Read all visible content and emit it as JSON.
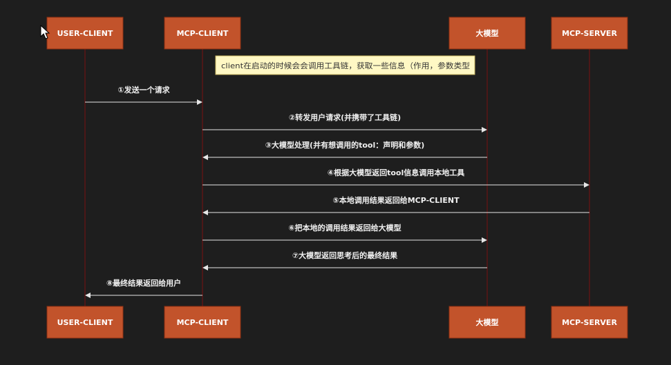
{
  "colors": {
    "background": "#1e1e1e",
    "actor_fill": "#c2532b",
    "lifeline": "#7a1010",
    "arrow": "#e6e6e6",
    "note_fill": "#fff8c4"
  },
  "participants": [
    {
      "id": "user_client",
      "label": "USER-CLIENT"
    },
    {
      "id": "mcp_client",
      "label": "MCP-CLIENT"
    },
    {
      "id": "llm",
      "label": "大模型"
    },
    {
      "id": "mcp_server",
      "label": "MCP-SERVER"
    }
  ],
  "note": {
    "over": "mcp_client",
    "text": "client在启动的时候会会调用工具链，获取一些信息（作用，参数类型"
  },
  "messages": [
    {
      "from": "user_client",
      "to": "mcp_client",
      "label": "①发送一个请求"
    },
    {
      "from": "mcp_client",
      "to": "llm",
      "label": "②转发用户请求(并携带了工具链)"
    },
    {
      "from": "llm",
      "to": "mcp_client",
      "label": "③大模型处理(并有想调用的tool：声明和参数)"
    },
    {
      "from": "mcp_client",
      "to": "mcp_server",
      "label": "④根据大模型返回tool信息调用本地工具"
    },
    {
      "from": "mcp_server",
      "to": "mcp_client",
      "label": "⑤本地调用结果返回给MCP-CLIENT"
    },
    {
      "from": "mcp_client",
      "to": "llm",
      "label": "⑥把本地的调用结果返回给大模型"
    },
    {
      "from": "llm",
      "to": "mcp_client",
      "label": "⑦大模型返回思考后的最终结果"
    },
    {
      "from": "mcp_client",
      "to": "user_client",
      "label": "⑧最终结果返回给用户"
    }
  ]
}
